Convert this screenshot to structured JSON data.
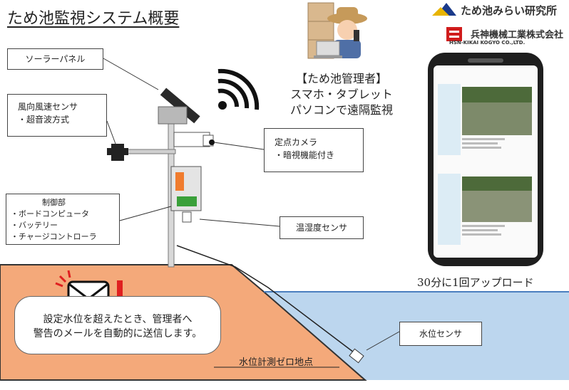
{
  "title": "ため池監視システム概要",
  "labels": {
    "solar_panel": "ソーラーパネル",
    "wind_sensor": [
      "風向風速センサ",
      "・超音波方式"
    ],
    "control": [
      "制御部",
      "・ボードコンピュータ",
      "・バッテリー",
      "・チャージコントローラ"
    ],
    "camera": [
      "定点カメラ",
      "・暗視機能付き"
    ],
    "temp_sensor": "温湿度センサ",
    "water_sensor": "水位センサ",
    "zero_point": "水位計測ゼロ地点"
  },
  "manager": [
    "【ため池管理者】",
    "スマホ・タブレット",
    "パソコンで遠隔監視"
  ],
  "upload_note": "30分に1回アップロード",
  "alert_text": [
    "設定水位を超えたとき、管理者へ",
    "警告のメールを自動的に送信します。"
  ],
  "logos": {
    "tameike": "ため池みらい研究所",
    "hyoshin": "兵神機械工業株式会社",
    "hyoshin_en": "HSN-KIKAI KOGYO CO.,LTD."
  },
  "colors": {
    "ground": "#f4a97a",
    "water": "#bcd6ee",
    "orange_box": "#f07c2e",
    "green_box": "#3aa03a"
  }
}
